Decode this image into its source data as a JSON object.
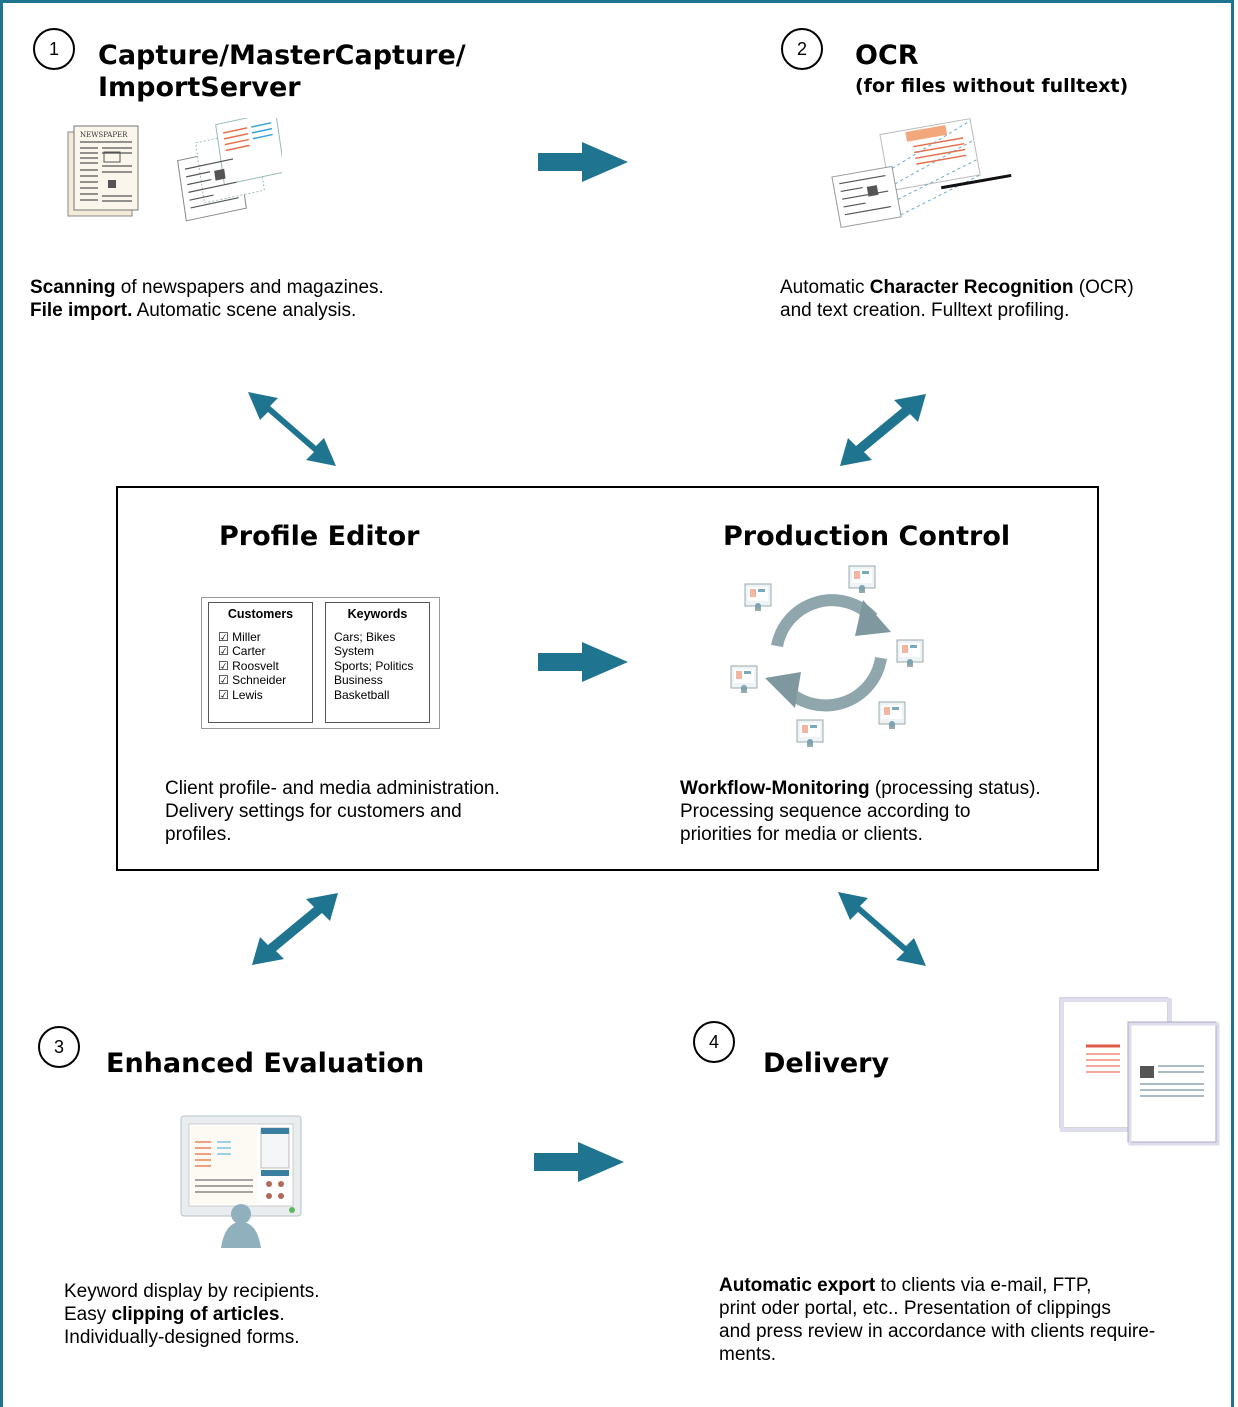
{
  "steps": {
    "capture": {
      "number": "1",
      "title_line1": "Capture/MasterCapture/",
      "title_line2": "ImportServer",
      "desc_bold1": "Scanning",
      "desc_rest1": " of newspapers and magazines.",
      "desc_bold2": "File import.",
      "desc_rest2": "  Automatic scene analysis."
    },
    "ocr": {
      "number": "2",
      "title": "OCR",
      "subtitle": "(for files without fulltext)",
      "desc_pre": "Automatic ",
      "desc_bold": "Character Recognition",
      "desc_post": " (OCR)",
      "desc_line2": "and text creation. Fulltext profiling."
    },
    "evaluation": {
      "number": "3",
      "title": "Enhanced Evaluation",
      "desc_line1": "Keyword display by recipients.",
      "desc_pre2": "Easy ",
      "desc_bold2": "clipping of articles",
      "desc_post2": ".",
      "desc_line3": "Individually-designed forms."
    },
    "delivery": {
      "number": "4",
      "title": "Delivery",
      "desc_bold": "Automatic export",
      "desc_rest1": " to clients via e-mail, FTP,",
      "desc_line2": "print oder portal, etc.. Presentation of clippings",
      "desc_line3": "and press review in accordance with clients require-",
      "desc_line4": "ments."
    }
  },
  "profile_editor": {
    "title": "Profile Editor",
    "customers_header": "Customers",
    "customers": [
      "Miller",
      "Carter",
      "Roosvelt",
      "Schneider",
      "Lewis"
    ],
    "keywords_header": "Keywords",
    "keywords": [
      "Cars; Bikes",
      "System",
      "Sports; Politics",
      "Business",
      "Basketball"
    ],
    "checkbox_glyph": "☑",
    "desc_line1": "Client profile- and media administration.",
    "desc_line2": "Delivery settings for customers and",
    "desc_line3": "profiles."
  },
  "production_control": {
    "title": "Production Control",
    "desc_bold": "Workflow-Monitoring",
    "desc_rest1": " (processing status).",
    "desc_line2": "Processing sequence according to",
    "desc_line3": "priorities for media or clients."
  },
  "icons": {
    "newspaper_label": "NEWSPAPER"
  },
  "colors": {
    "frame": "#1f7590",
    "arrow": "#1f7590",
    "accent_red": "#d9534f",
    "accent_blue": "#3aa0d8"
  }
}
